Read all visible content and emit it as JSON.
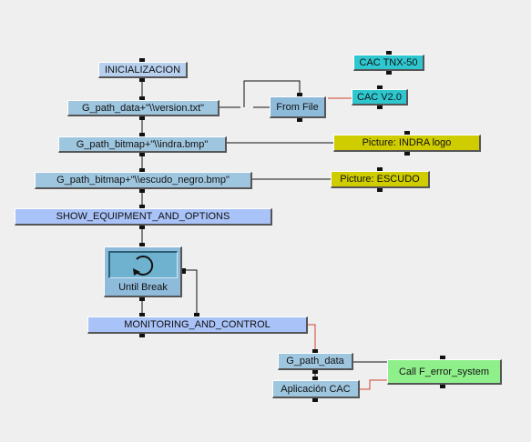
{
  "nodes": {
    "inicializacion": "INICIALIZACION",
    "g_path_data_version": "G_path_data+\"\\\\version.txt\"",
    "from_file": "From File",
    "cac_tnx50": "CAC TNX-50",
    "cac_v20": "CAC V2.0",
    "g_path_bitmap_indra": "G_path_bitmap+\"\\\\indra.bmp\"",
    "picture_indra": "Picture: INDRA logo",
    "g_path_bitmap_escudo": "G_path_bitmap+\"\\\\escudo_negro.bmp\"",
    "picture_escudo": "Picture: ESCUDO",
    "show_equipment": "SHOW_EQUIPMENT_AND_OPTIONS",
    "until_break": "Until Break",
    "monitoring_control": "MONITORING_AND_CONTROL",
    "g_path_data": "G_path_data",
    "aplicacion_cac": "Aplicación CAC",
    "call_error_system": "Call F_error_system"
  },
  "icons": {
    "loop": "loop-arrow-icon"
  },
  "colors": {
    "background": "#efefef",
    "wire_black": "#111111",
    "wire_red": "#d04030",
    "node_blue": "#b7d0ee",
    "node_cyan": "#2ec7cf",
    "node_yellow": "#cfcc00",
    "node_green": "#8ff08b",
    "node_lavender": "#a9c2f7"
  }
}
